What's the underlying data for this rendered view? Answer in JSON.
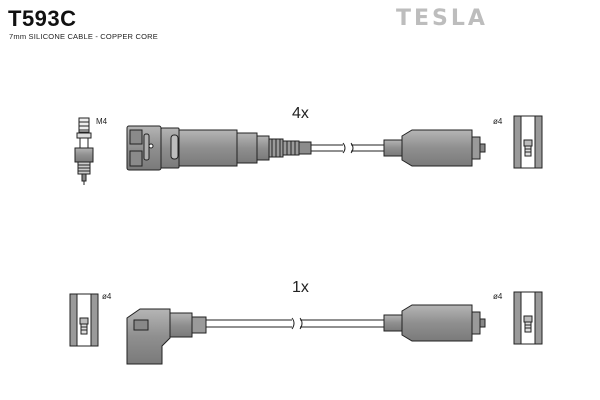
{
  "header": {
    "part_code": "T593C",
    "spec": "7mm SILICONE CABLE - COPPER CORE",
    "brand": "TESLA"
  },
  "upper_set": {
    "quantity": "4x",
    "thread_label": "M4",
    "terminal_label": "ø4"
  },
  "lower_set": {
    "quantity": "1x",
    "left_terminal_label": "ø4",
    "right_terminal_label": "ø4"
  },
  "colors": {
    "part_fill": "#9a9a9a",
    "part_dark": "#777777",
    "outline": "#222222",
    "brand": "#bdbdbd"
  }
}
